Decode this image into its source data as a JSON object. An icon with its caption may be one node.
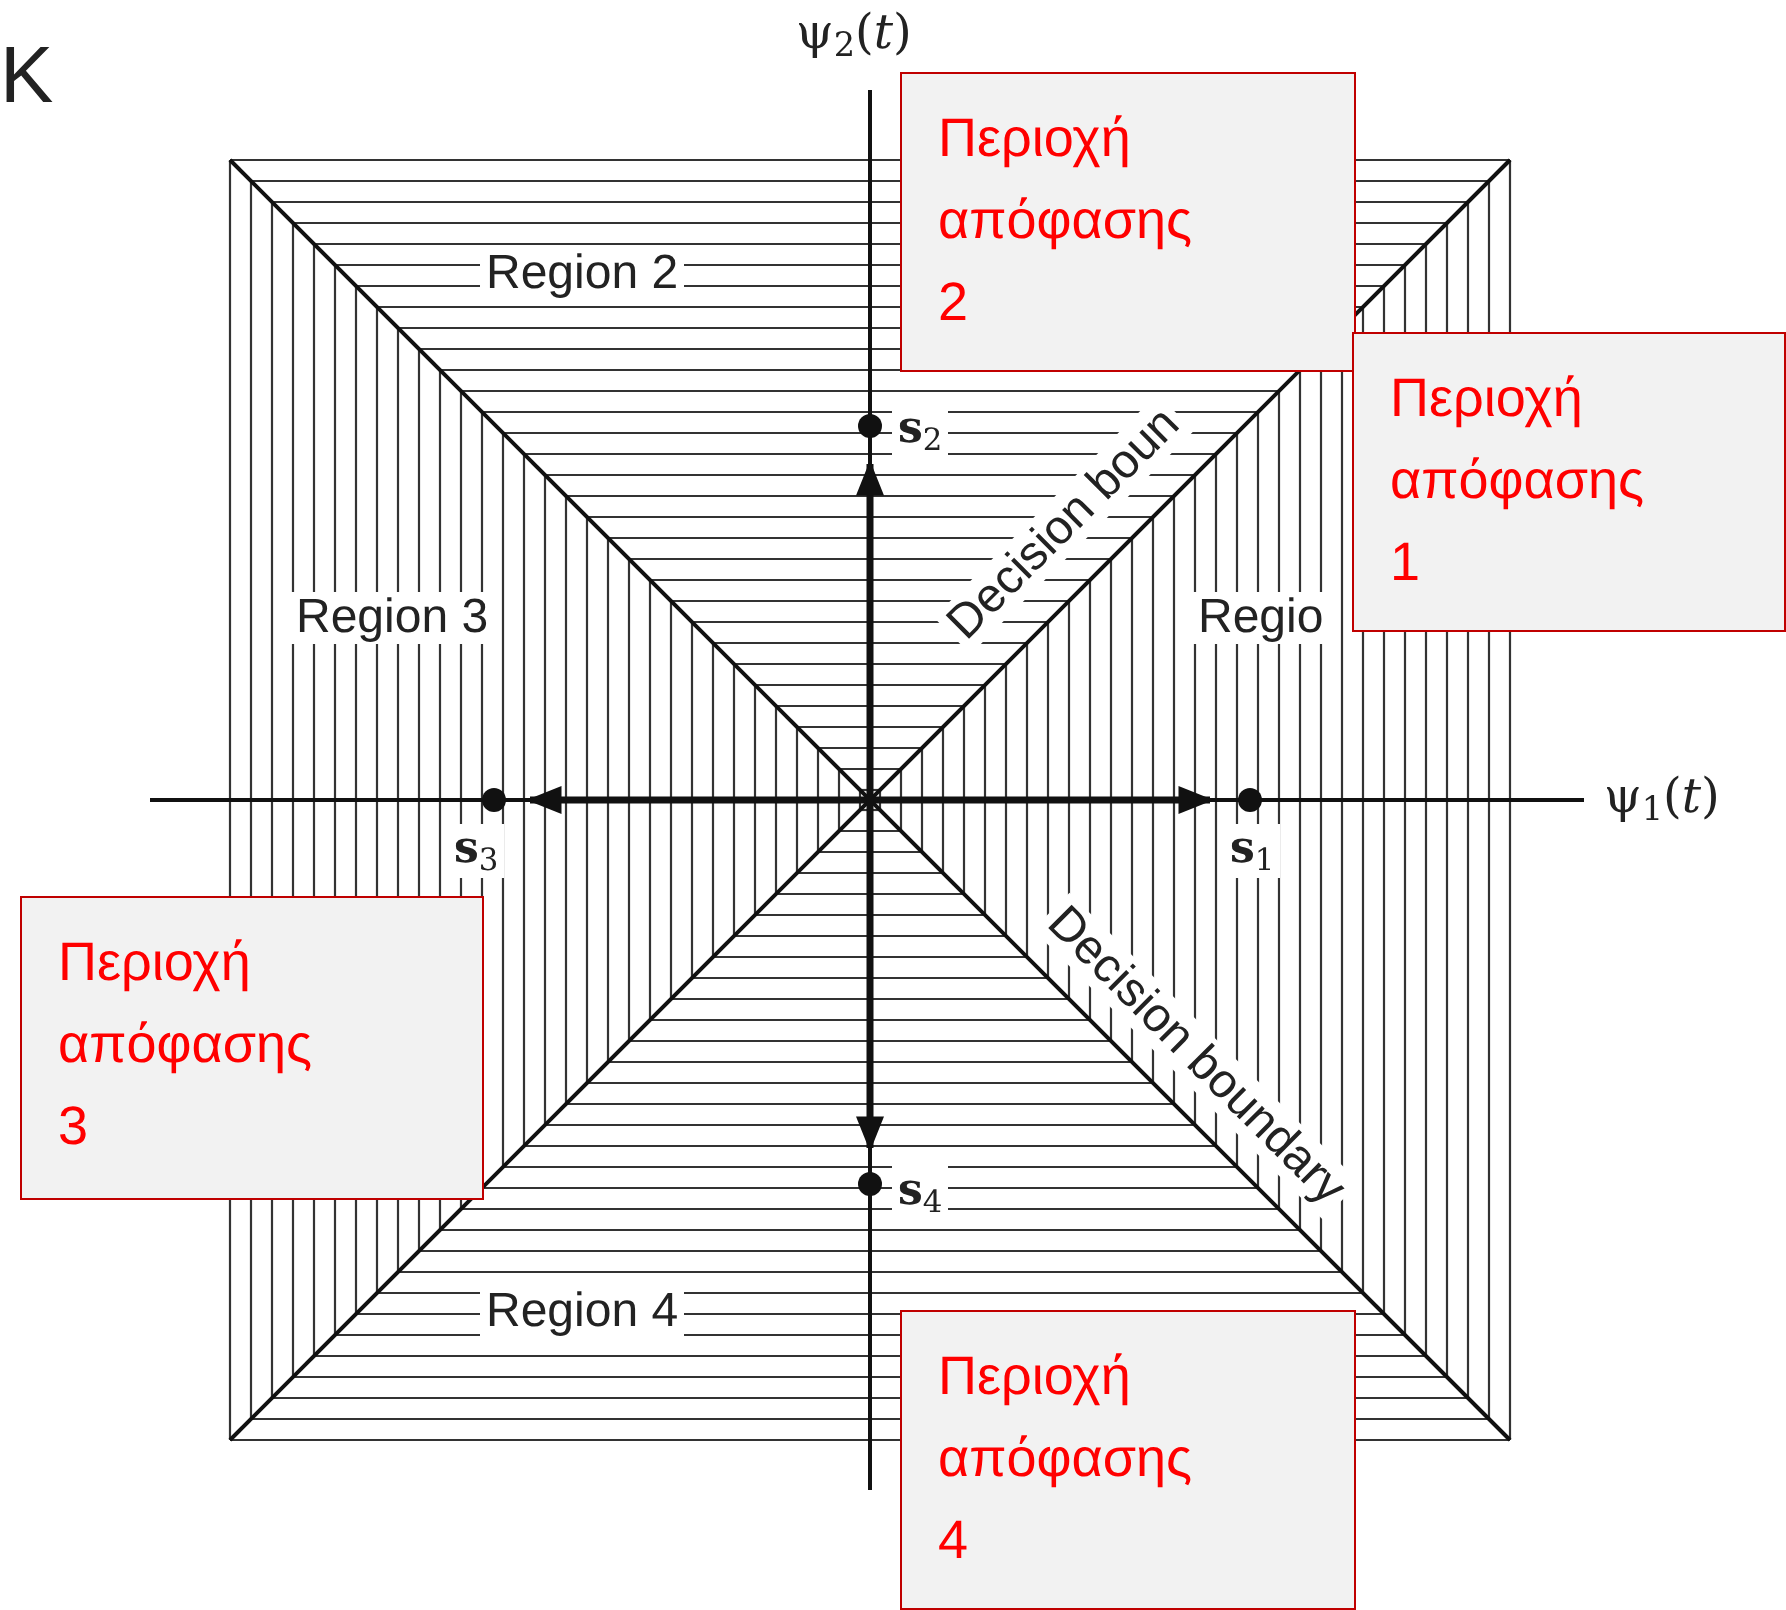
{
  "diagram": {
    "nodes": [
      {
        "text": [
          "Περιοχή απόφασης 2"
        ]
      },
      {
        "text": [
          "Περιοχή απόφασης 1"
        ]
      },
      {
        "text": [
          "Περιοχή απόφασης 3"
        ]
      },
      {
        "text": [
          "Περιοχή απόφασης 4"
        ]
      }
    ],
    "labels": [
      "K",
      "ψ$_{2}$(*t*)",
      "Region 2",
      "**s**$_{2}$",
      "Decision boun",
      "Region 3",
      "Regio",
      "ψ$_{1}$(*t*)",
      "**s**$_{3}$",
      "**s**$_{1}$",
      "Decision boundary",
      "**s**$_{4}$",
      "Region 4"
    ]
  }
}
